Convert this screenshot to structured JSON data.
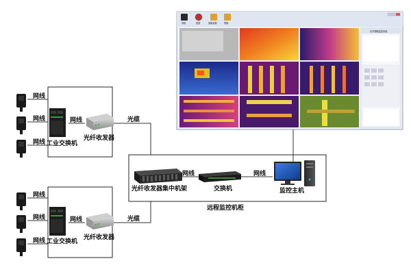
{
  "labels": {
    "network_cable": "网线",
    "industrial_switch": "工业交换机",
    "fiber_transceiver": "光纤收发器",
    "fiber_optic_cable": "光缆",
    "transceiver_rack": "光纤收发器集中机架",
    "switch": "交换机",
    "monitoring_host": "监控主机",
    "remote_cabinet": "远程监控机柜"
  },
  "software": {
    "toolbar": [
      "系统",
      "回放",
      "录像设置",
      "帮助"
    ],
    "panel_title": "红外视频监控系统"
  },
  "colors": {
    "line": "#333333",
    "device_dark": "#1c1c1c",
    "screen_blue": "#1f4fa0"
  }
}
